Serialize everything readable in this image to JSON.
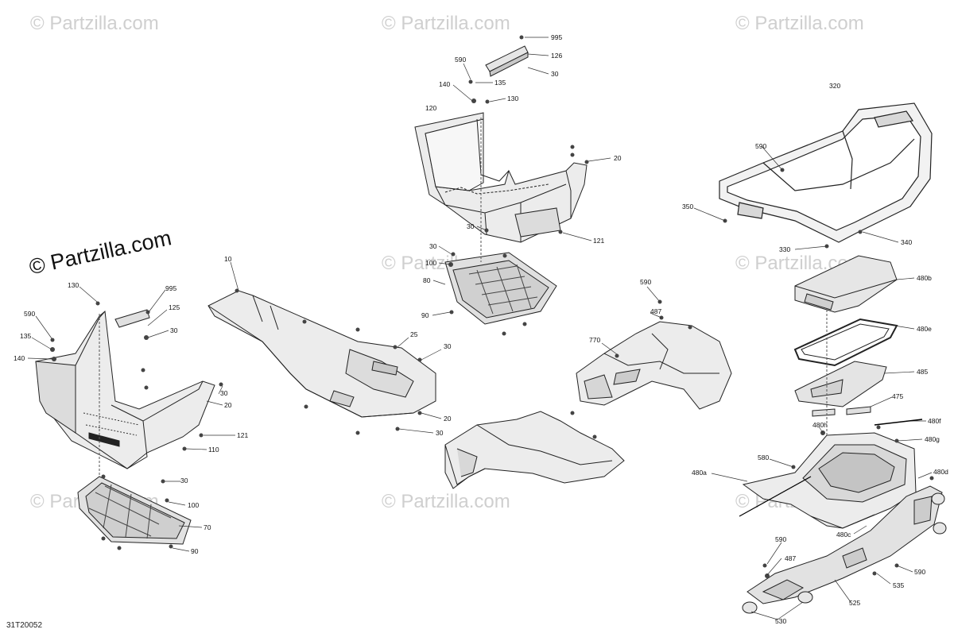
{
  "watermark": {
    "text": "© Partzilla.com",
    "strong_text": "© Partzilla.com"
  },
  "document_id": "31T20052",
  "callouts": [
    {
      "id": "c995a",
      "label": "995"
    },
    {
      "id": "c126",
      "label": "126"
    },
    {
      "id": "c30a",
      "label": "30"
    },
    {
      "id": "c590a",
      "label": "590"
    },
    {
      "id": "c135a",
      "label": "135"
    },
    {
      "id": "c140a",
      "label": "140"
    },
    {
      "id": "c130a",
      "label": "130"
    },
    {
      "id": "c120",
      "label": "120"
    },
    {
      "id": "c20a",
      "label": "20"
    },
    {
      "id": "c30b",
      "label": "30"
    },
    {
      "id": "c121a",
      "label": "121"
    },
    {
      "id": "c30c",
      "label": "30"
    },
    {
      "id": "c100a",
      "label": "100"
    },
    {
      "id": "c80",
      "label": "80"
    },
    {
      "id": "c90a",
      "label": "90"
    },
    {
      "id": "c10",
      "label": "10"
    },
    {
      "id": "c25",
      "label": "25"
    },
    {
      "id": "c30d",
      "label": "30"
    },
    {
      "id": "c20b",
      "label": "20"
    },
    {
      "id": "c30e",
      "label": "30"
    },
    {
      "id": "c130b",
      "label": "130"
    },
    {
      "id": "c995b",
      "label": "995"
    },
    {
      "id": "c125",
      "label": "125"
    },
    {
      "id": "c590b",
      "label": "590"
    },
    {
      "id": "c30f",
      "label": "30"
    },
    {
      "id": "c135b",
      "label": "135"
    },
    {
      "id": "c140b",
      "label": "140"
    },
    {
      "id": "c30g",
      "label": "30"
    },
    {
      "id": "c20c",
      "label": "20"
    },
    {
      "id": "c121b",
      "label": "121"
    },
    {
      "id": "c110",
      "label": "110"
    },
    {
      "id": "c30h",
      "label": "30"
    },
    {
      "id": "c100b",
      "label": "100"
    },
    {
      "id": "c70",
      "label": "70"
    },
    {
      "id": "c90b",
      "label": "90"
    },
    {
      "id": "c590c",
      "label": "590"
    },
    {
      "id": "c487a",
      "label": "487"
    },
    {
      "id": "c770",
      "label": "770"
    },
    {
      "id": "c320",
      "label": "320"
    },
    {
      "id": "c590d",
      "label": "590"
    },
    {
      "id": "c350",
      "label": "350"
    },
    {
      "id": "c330",
      "label": "330"
    },
    {
      "id": "c340",
      "label": "340"
    },
    {
      "id": "c480b",
      "label": "480b"
    },
    {
      "id": "c480e",
      "label": "480e"
    },
    {
      "id": "c485",
      "label": "485"
    },
    {
      "id": "c475",
      "label": "475"
    },
    {
      "id": "c480f",
      "label": "480f"
    },
    {
      "id": "c480h",
      "label": "480h"
    },
    {
      "id": "c480g",
      "label": "480g"
    },
    {
      "id": "c580",
      "label": "580"
    },
    {
      "id": "c480a",
      "label": "480a"
    },
    {
      "id": "c480d",
      "label": "480d"
    },
    {
      "id": "c480c",
      "label": "480c"
    },
    {
      "id": "c590e",
      "label": "590"
    },
    {
      "id": "c487b",
      "label": "487"
    },
    {
      "id": "c590f",
      "label": "590"
    },
    {
      "id": "c535",
      "label": "535"
    },
    {
      "id": "c525",
      "label": "525"
    },
    {
      "id": "c530",
      "label": "530"
    }
  ]
}
